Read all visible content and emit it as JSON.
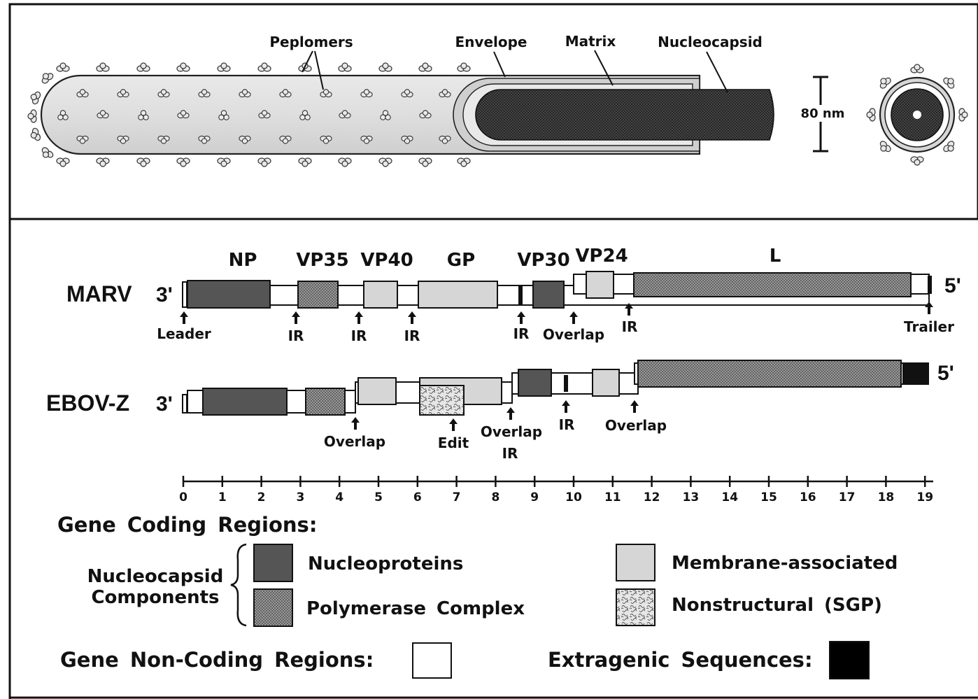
{
  "virion": {
    "labels": {
      "peplomers": "Peplomers",
      "envelope": "Envelope",
      "matrix": "Matrix",
      "nucleocapsid": "Nucleocapsid",
      "scale": "80 nm"
    }
  },
  "genome": {
    "gene_headers": {
      "np": "NP",
      "vp35": "VP35",
      "vp40": "VP40",
      "gp": "GP",
      "vp30": "VP30",
      "vp24": "VP24",
      "l": "L"
    },
    "end3": "3'",
    "end5": "5'",
    "marv": {
      "name": "MARV",
      "markers": {
        "leader": "Leader",
        "ir1": "IR",
        "ir2": "IR",
        "ir3": "IR",
        "ir4": "IR",
        "overlap": "Overlap",
        "ir5": "IR",
        "trailer": "Trailer"
      }
    },
    "ebov": {
      "name": "EBOV-Z",
      "markers": {
        "overlap1": "Overlap",
        "edit": "Edit",
        "overlap2": "Overlap",
        "ir_under": "IR",
        "ir": "IR",
        "overlap3": "Overlap"
      }
    },
    "scale_ticks": [
      "0",
      "1",
      "2",
      "3",
      "4",
      "5",
      "6",
      "7",
      "8",
      "9",
      "10",
      "11",
      "12",
      "13",
      "14",
      "15",
      "16",
      "17",
      "18",
      "19"
    ]
  },
  "legend": {
    "coding_title": "Gene Coding Regions:",
    "group_line1": "Nucleocapsid",
    "group_line2": "Components",
    "nucleoproteins": "Nucleoproteins",
    "polymerase": "Polymerase Complex",
    "membrane": "Membrane-associated",
    "nonstructural": "Nonstructural (SGP)",
    "noncoding": "Gene Non-Coding Regions:",
    "extragenic": "Extragenic Sequences:"
  },
  "colors": {
    "nucleoprotein": "#555555",
    "membrane": "#d6d6d6",
    "noncoding": "#ffffff",
    "extragenic": "#000000"
  }
}
